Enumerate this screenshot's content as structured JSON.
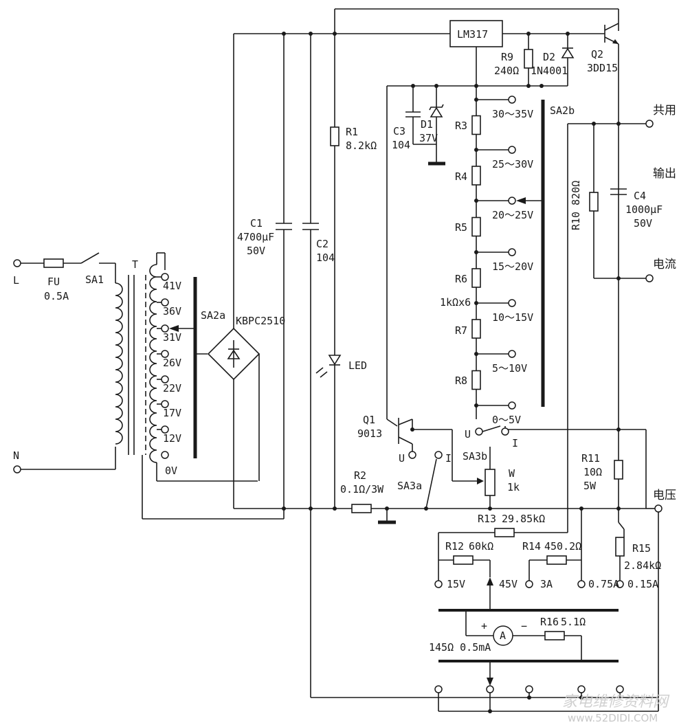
{
  "labels": {
    "L": "L",
    "N": "N",
    "fu": "FU",
    "fu_val": "0.5A",
    "sa1": "SA1",
    "t": "T",
    "sa2a": "SA2a",
    "bridge": "KBPC2510",
    "c1": "C1",
    "c1_val": "4700μF",
    "c1_v": "50V",
    "c2": "C2",
    "c2_val": "104",
    "r1": "R1",
    "r1_val": "8.2kΩ",
    "led": "LED",
    "lm317": "LM317",
    "r9": "R9",
    "r9_val": "240Ω",
    "d2": "D2",
    "d2_val": "1N4001",
    "q2": "Q2",
    "q2_val": "3DD15",
    "c3": "C3",
    "c3_val": "104",
    "d1": "D1",
    "d1_val": "37V",
    "r3": "R3",
    "r4": "R4",
    "r5": "R5",
    "r6": "R6",
    "r678": "1kΩx6",
    "r7": "R7",
    "r8": "R8",
    "sa2b": "SA2b",
    "r10": "R10 820Ω",
    "c4": "C4",
    "c4_val": "1000μF",
    "c4_v": "50V",
    "common": "共用",
    "output": "输出",
    "current": "电流",
    "voltage": "电压",
    "q1": "Q1",
    "q1_val": "9013",
    "u1": "U",
    "i1": "I",
    "sa3a": "SA3a",
    "u2": "U",
    "i2": "I",
    "sa3b": "SA3b",
    "w": "W",
    "w_val": "1k",
    "r2": "R2",
    "r2_val": "0.1Ω/3W",
    "r11": "R11",
    "r11_val": "10Ω",
    "r11_p": "5W",
    "r13": "R13",
    "r13_val": "29.85kΩ",
    "r12": "R12",
    "r12_val": "60kΩ",
    "r14": "R14",
    "r14_val": "450.2Ω",
    "r15": "R15",
    "r15_val": "2.84kΩ",
    "t15v": "15V",
    "t45v": "45V",
    "t3a": "3A",
    "t075a": "0.75A",
    "t015a": "0.15A",
    "r16": "R16",
    "r16_val": "5.1Ω",
    "meter": "A",
    "plus": "+",
    "minus": "−",
    "meter_spec": "145Ω  0.5mA",
    "watermark": "家电维修资料网",
    "watermark_url": "www.52DIDI.COM"
  },
  "taps": [
    "41V",
    "36V",
    "31V",
    "26V",
    "22V",
    "17V",
    "12V",
    "0V"
  ],
  "ranges": [
    "30～35V",
    "25～30V",
    "20～25V",
    "15～20V",
    "10～15V",
    "5～10V",
    "0～5V"
  ]
}
